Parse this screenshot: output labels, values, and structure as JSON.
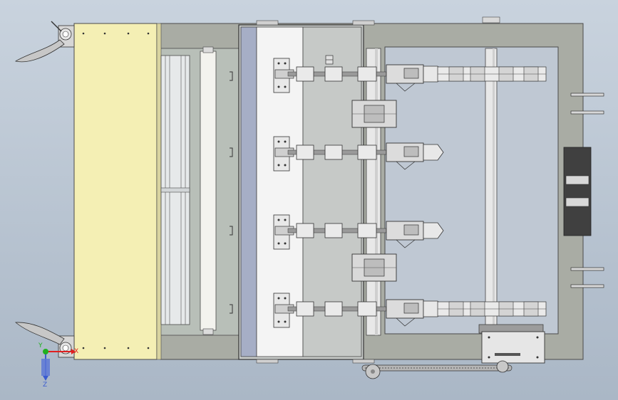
{
  "viewport": {
    "background_top": "#c9d3de",
    "background_bottom": "#aab7c6"
  },
  "triad": {
    "x_label": "X",
    "y_label": "Y",
    "z_label": "Z",
    "x_color": "#e02020",
    "y_color": "#20b020",
    "z_color": "#3a5bd0"
  },
  "colors": {
    "frame": "#a9aca4",
    "frame_edge": "#4a4a4a",
    "yellow_panel": "#f4efb4",
    "blue_strip": "#a6aec6",
    "white_panel": "#f4f4f4",
    "grey_panel": "#c9ccca",
    "part": "#dcdedd",
    "shaft": "#e8e8e8",
    "dark_block": "#404040"
  },
  "feed_stations": 4
}
